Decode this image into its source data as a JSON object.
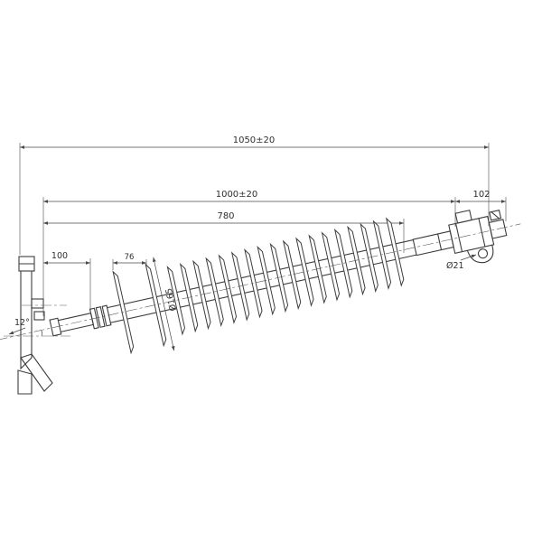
{
  "drawing": {
    "labels": {
      "overall_length": "1050±20",
      "body_length": "1000±20",
      "insulating_length": "780",
      "left_end_length": "100",
      "shed_spacing": "76",
      "shed_diameter": "Ø165",
      "hole_diameter": "Ø21",
      "terminal_length": "102",
      "mounting_angle": "12°"
    },
    "style": {
      "ink": "#3d3d3d",
      "background": "#ffffff"
    }
  }
}
